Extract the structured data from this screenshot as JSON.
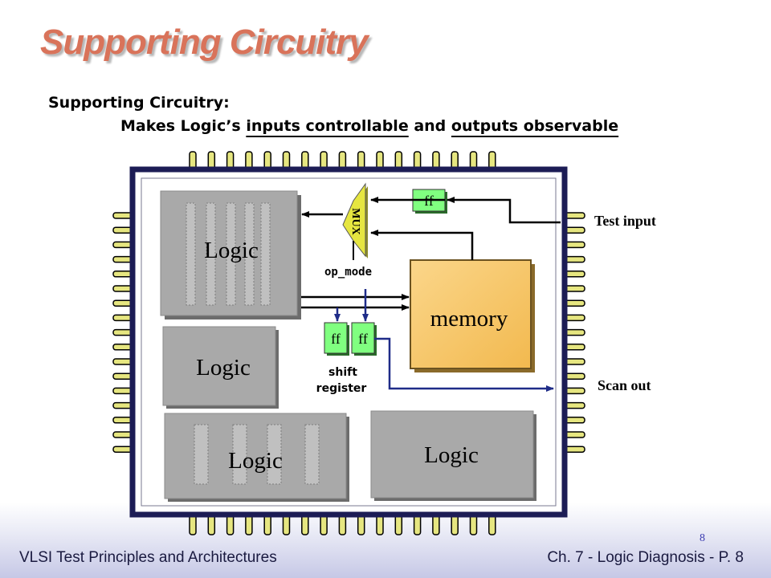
{
  "slide": {
    "title": "Supporting Circuitry",
    "subtitle_line1": "Supporting Circuitry:",
    "subtitle_line2": {
      "prefix": "Makes Logic’s ",
      "underlined_1": "inputs controllable",
      "middle": " and ",
      "underlined_2": "outputs observable"
    }
  },
  "diagram": {
    "blocks": {
      "logic_1": "Logic",
      "logic_2": "Logic",
      "logic_3": "Logic",
      "logic_4": "Logic",
      "memory": "memory",
      "mux": "MUX",
      "ff_top": "ff",
      "ff_left": "ff",
      "ff_right": "ff"
    },
    "labels": {
      "op_mode": "op_mode",
      "shift_register_line1": "shift",
      "shift_register_line2": "register",
      "test_input": "Test input",
      "scan_out": "Scan out"
    },
    "colors": {
      "chip_border": "#1c1c55",
      "pin_fill": "#e6e680",
      "logic_fill": "#a9a9a9",
      "memory_fill": "#f7c56a",
      "ff_fill": "#80ff80",
      "mux_fill": "#e6e640",
      "arrow_blue": "#1f2c88"
    }
  },
  "footer": {
    "left": "VLSI Test Principles and Architectures",
    "right": "Ch. 7 - Logic Diagnosis  - P. 8",
    "page_number": "8"
  }
}
